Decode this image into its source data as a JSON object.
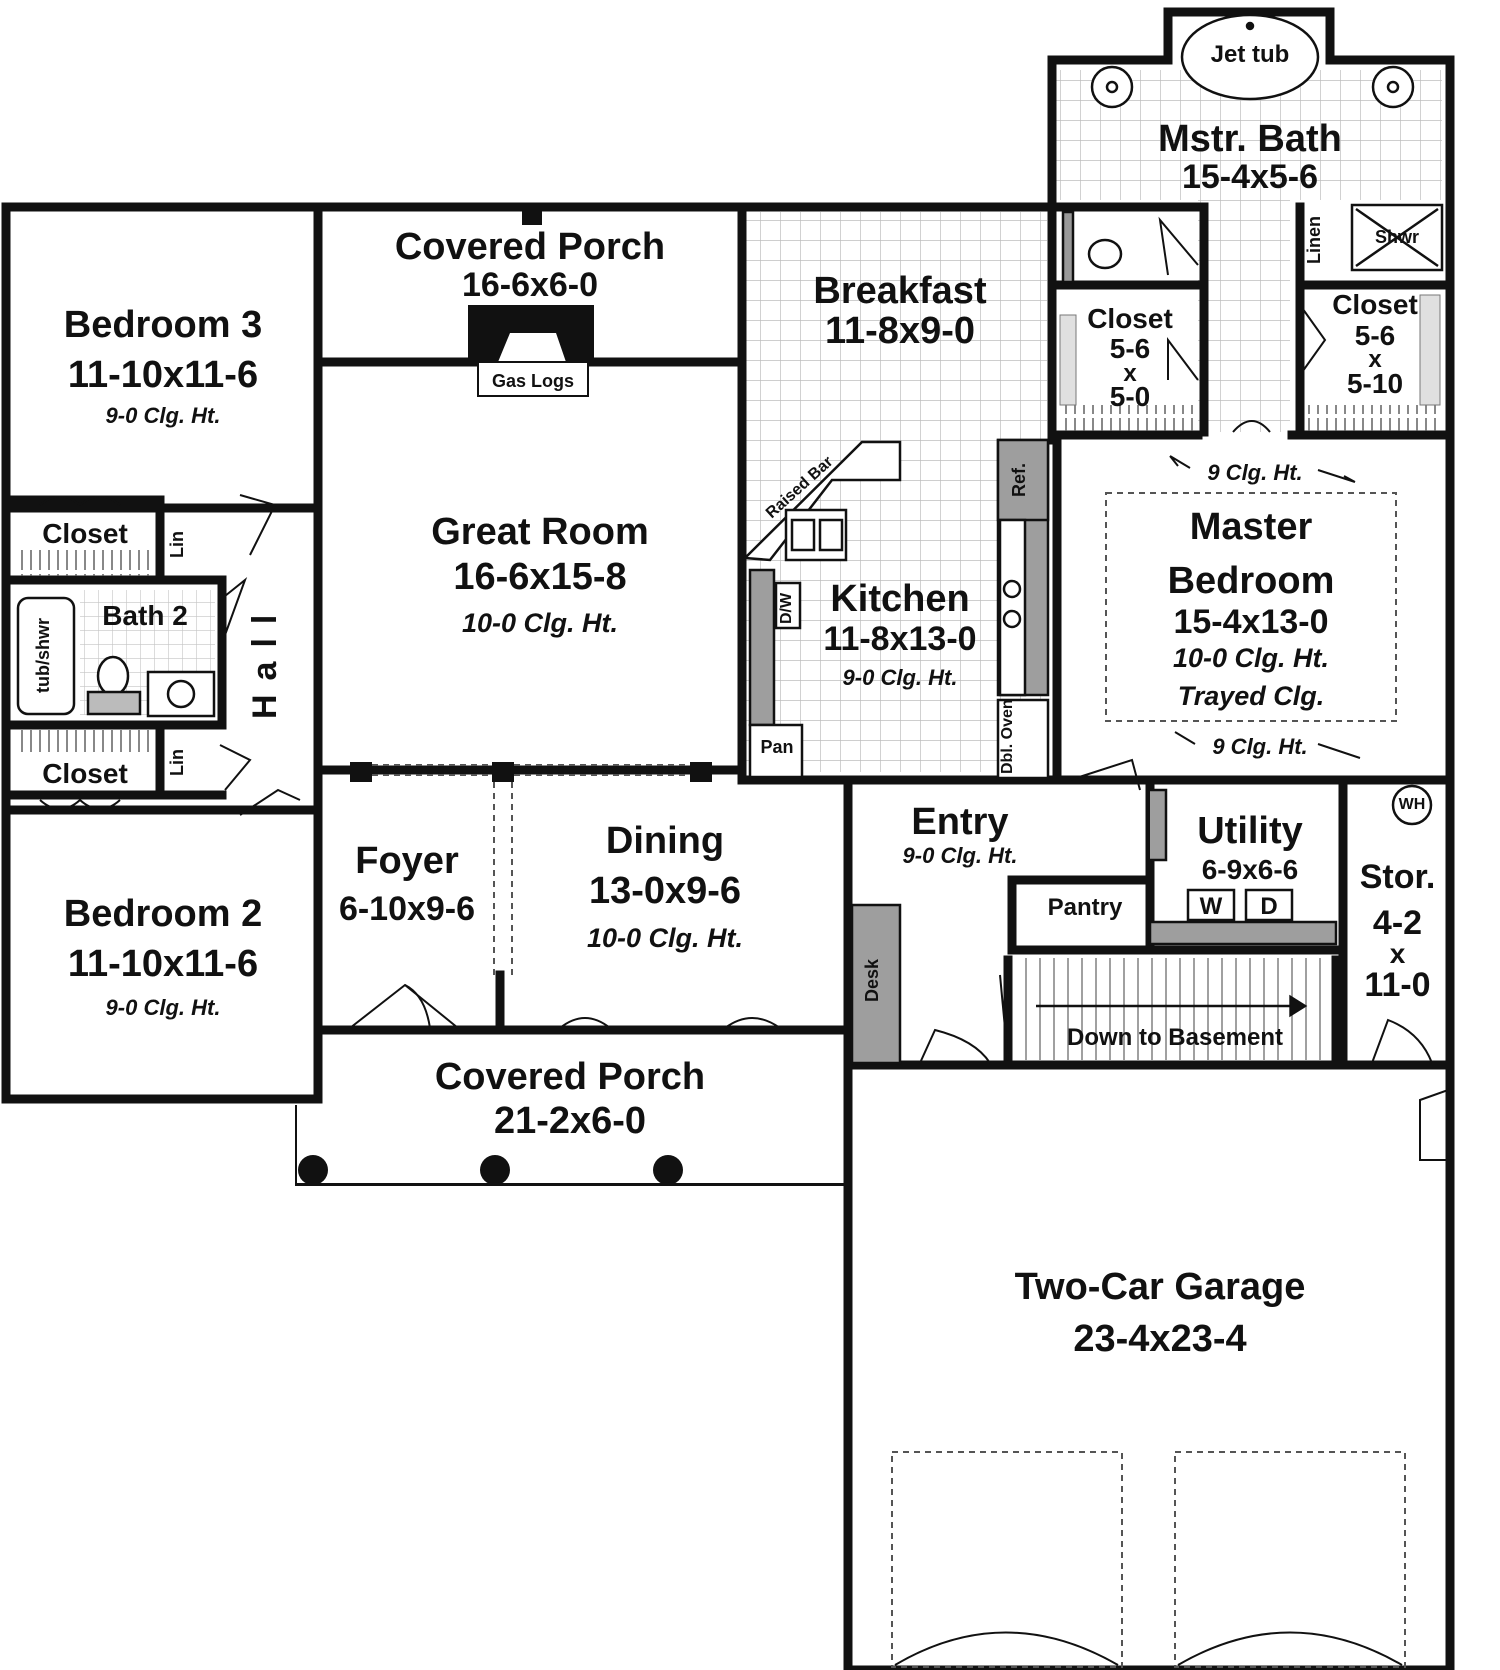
{
  "rooms": {
    "mstr_bath": {
      "name": "Mstr. Bath",
      "dims": "15-4x5-6"
    },
    "jet_tub": "Jet tub",
    "shwr": "Shwr",
    "linen": "Linen",
    "closet_left": {
      "name": "Closet",
      "w": "5-6",
      "x": "x",
      "d": "5-0"
    },
    "closet_right": {
      "name": "Closet",
      "w": "5-6",
      "x": "x",
      "d": "5-10"
    },
    "covered_porch_back": {
      "name": "Covered Porch",
      "dims": "16-6x6-0"
    },
    "gas_logs": "Gas Logs",
    "breakfast": {
      "name": "Breakfast",
      "dims": "11-8x9-0"
    },
    "bedroom3": {
      "name": "Bedroom 3",
      "dims": "11-10x11-6",
      "clg": "9-0 Clg. Ht."
    },
    "great_room": {
      "name": "Great Room",
      "dims": "16-6x15-8",
      "clg": "10-0 Clg. Ht."
    },
    "raised_bar": "Raised Bar",
    "kitchen": {
      "name": "Kitchen",
      "dims": "11-8x13-0",
      "clg": "9-0 Clg. Ht."
    },
    "dw": "D/W",
    "ref": "Ref.",
    "pan": "Pan",
    "dbl_oven": "Dbl. Oven",
    "master_bedroom": {
      "name1": "Master",
      "name2": "Bedroom",
      "dims": "15-4x13-0",
      "clg": "10-0 Clg. Ht.",
      "tray": "Trayed Clg.",
      "clg_top": "9 Clg. Ht.",
      "clg_bottom": "9 Clg. Ht."
    },
    "closet_b3": "Closet",
    "lin_top": "Lin",
    "bath2": {
      "name": "Bath 2",
      "tub": "tub/shwr"
    },
    "hall": "Hall",
    "closet_b2": "Closet",
    "lin_bottom": "Lin",
    "bedroom2": {
      "name": "Bedroom 2",
      "dims": "11-10x11-6",
      "clg": "9-0 Clg. Ht."
    },
    "foyer": {
      "name": "Foyer",
      "dims": "6-10x9-6"
    },
    "dining": {
      "name": "Dining",
      "dims": "13-0x9-6",
      "clg": "10-0 Clg. Ht."
    },
    "entry": {
      "name": "Entry",
      "clg": "9-0 Clg. Ht."
    },
    "desk": "Desk",
    "pantry": "Pantry",
    "utility": {
      "name": "Utility",
      "dims": "6-9x6-6",
      "w": "W",
      "d": "D"
    },
    "stor": {
      "name": "Stor.",
      "w": "4-2",
      "x": "x",
      "d": "11-0",
      "wh": "WH"
    },
    "basement": "Down to Basement",
    "covered_porch_front": {
      "name": "Covered Porch",
      "dims": "21-2x6-0"
    },
    "garage": {
      "name": "Two-Car Garage",
      "dims": "23-4x23-4"
    }
  },
  "colors": {
    "wall": "#111111",
    "tile": "#bdbdbd",
    "counter": "#9e9e9e"
  }
}
